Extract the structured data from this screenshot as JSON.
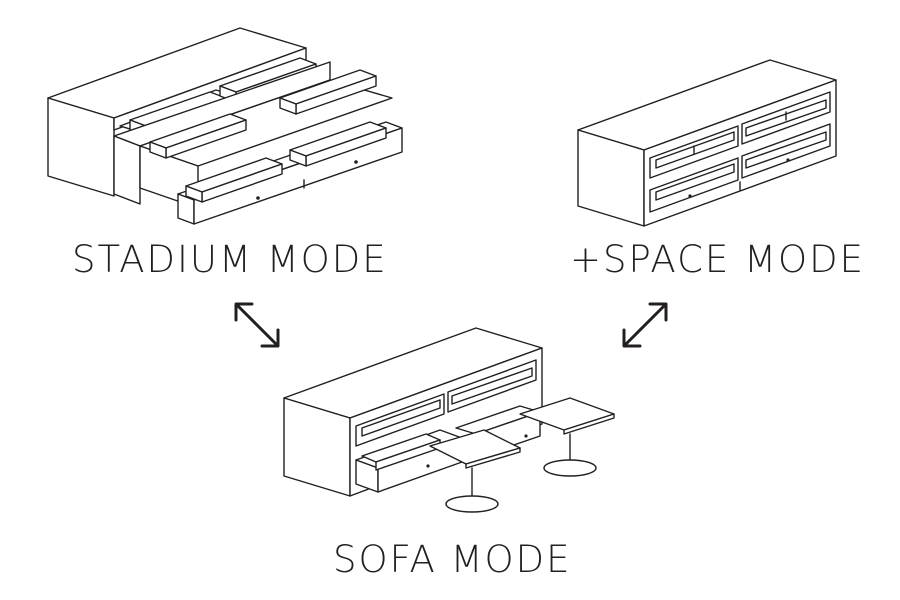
{
  "modes": {
    "stadium": {
      "label": "STADIUM MODE"
    },
    "space": {
      "label": "+SPACE MODE"
    },
    "sofa": {
      "label": "SOFA MODE"
    }
  },
  "arrows": {
    "left": "double-arrow-diagonal-down-right-icon",
    "right": "double-arrow-diagonal-up-right-icon"
  },
  "colors": {
    "line": "#231f20",
    "background": "#ffffff"
  }
}
